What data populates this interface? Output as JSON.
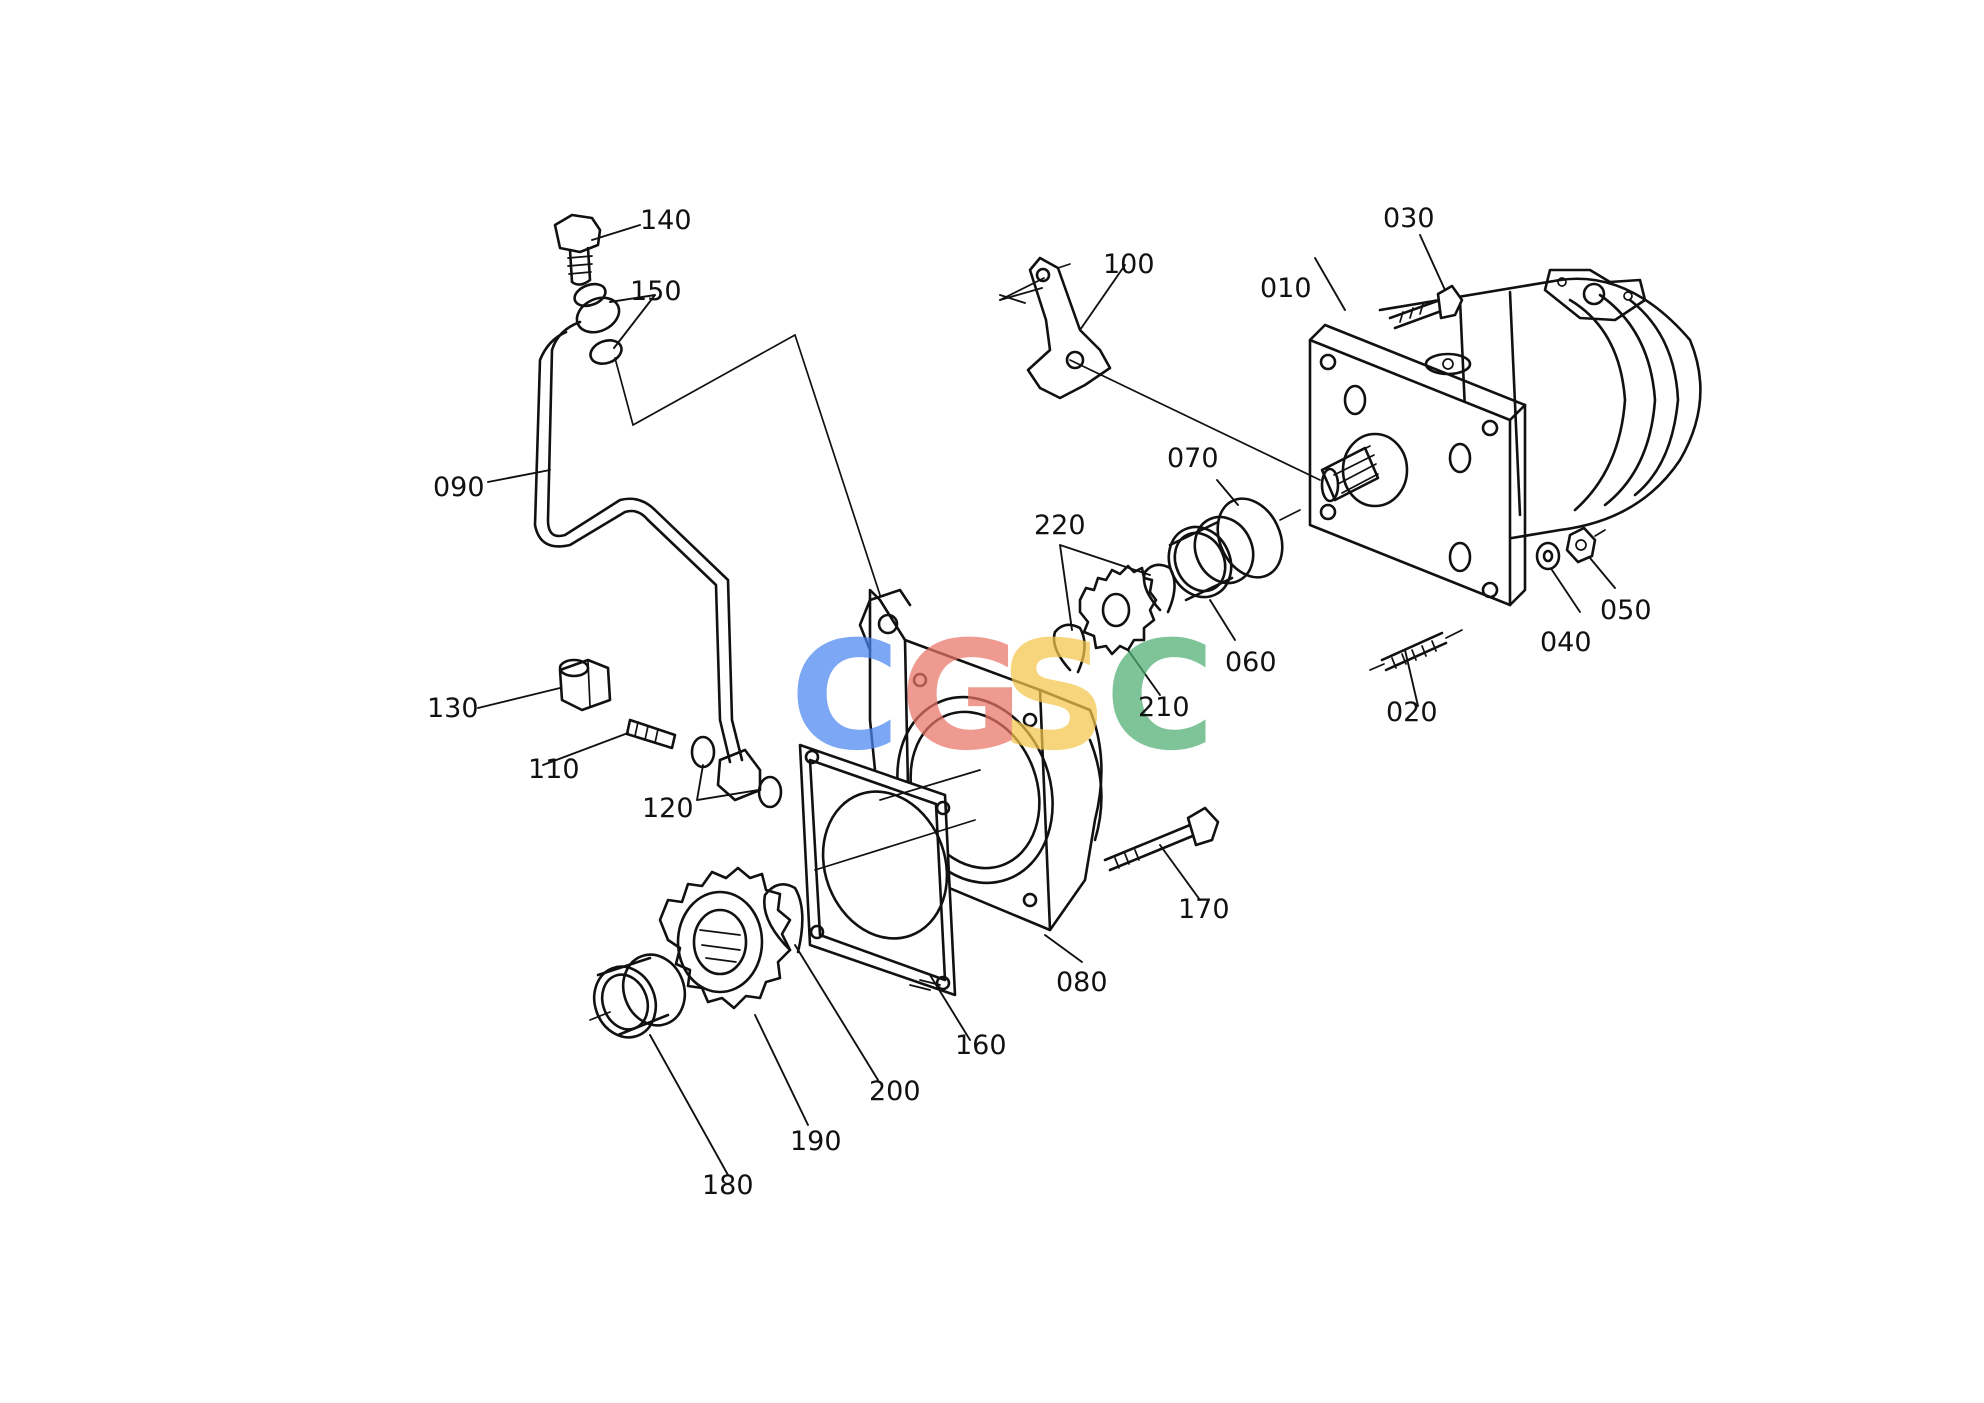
{
  "watermark": {
    "letters": [
      {
        "char": "C",
        "color": "#4a86f0"
      },
      {
        "char": "G",
        "color": "#ea7467"
      },
      {
        "char": "S",
        "color": "#f4c64a"
      },
      {
        "char": "C",
        "color": "#4fae73"
      }
    ]
  },
  "callouts": [
    {
      "id": "010",
      "label": "010"
    },
    {
      "id": "020",
      "label": "020"
    },
    {
      "id": "030",
      "label": "030"
    },
    {
      "id": "040",
      "label": "040"
    },
    {
      "id": "050",
      "label": "050"
    },
    {
      "id": "060",
      "label": "060"
    },
    {
      "id": "070",
      "label": "070"
    },
    {
      "id": "080",
      "label": "080"
    },
    {
      "id": "090",
      "label": "090"
    },
    {
      "id": "100",
      "label": "100"
    },
    {
      "id": "110",
      "label": "110"
    },
    {
      "id": "120",
      "label": "120"
    },
    {
      "id": "130",
      "label": "130"
    },
    {
      "id": "140",
      "label": "140"
    },
    {
      "id": "150",
      "label": "150"
    },
    {
      "id": "160",
      "label": "160"
    },
    {
      "id": "170",
      "label": "170"
    },
    {
      "id": "180",
      "label": "180"
    },
    {
      "id": "190",
      "label": "190"
    },
    {
      "id": "200",
      "label": "200"
    },
    {
      "id": "210",
      "label": "210"
    },
    {
      "id": "220",
      "label": "220"
    }
  ]
}
